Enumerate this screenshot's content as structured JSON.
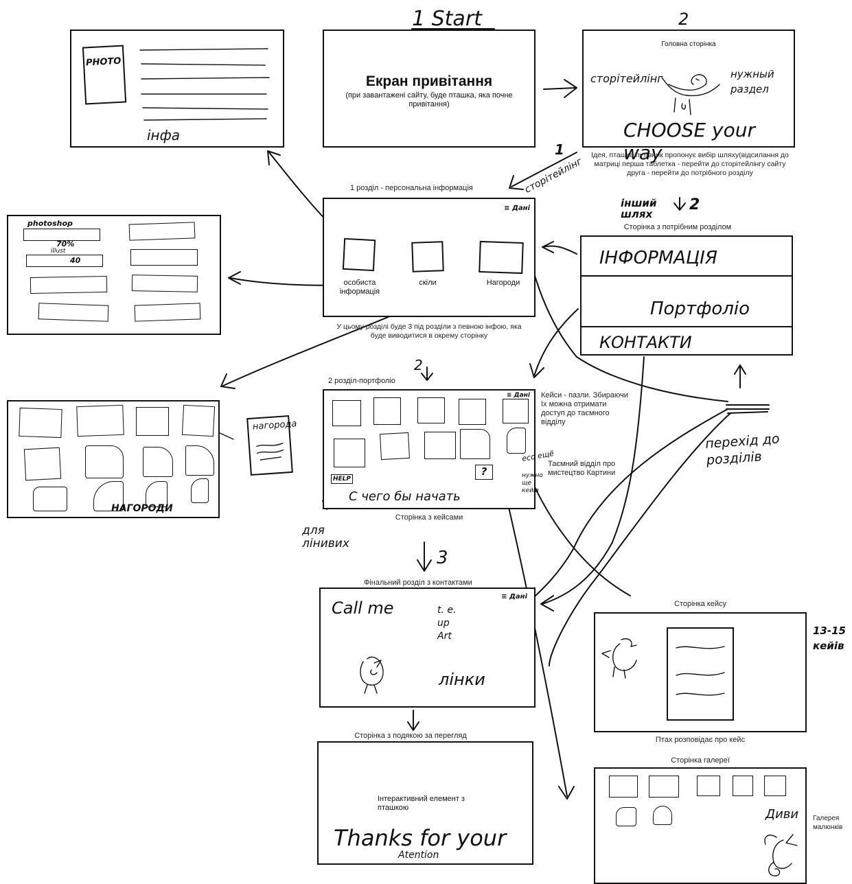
{
  "steps": {
    "start": "1  Start",
    "two": "2",
    "storytelling_num": "1",
    "storytelling_label": "сторітейлінг",
    "other_path_num": "2",
    "other_path_label": "інший шлях",
    "portfolio_num": "2",
    "contacts_num": "3"
  },
  "screens": {
    "photo_info": {
      "photo": "PHOTO",
      "info": "інфа"
    },
    "welcome": {
      "title": "Екран привітання",
      "subtitle": "(при завантажені сайту, буде пташка, яка почне привітання)"
    },
    "main": {
      "caption": "Головна сторінка",
      "left": "сторітейлінг",
      "right": "нужный раздел",
      "choose": "CHOOSE your way",
      "note": "Ідея, пташка путівник пропонує вибір шляху(відсилання до матриці перша таблетка - перейти до сторітейлінгу сайту друга - перейти до потрібного розділу"
    },
    "personal": {
      "caption": "1 розділ - персональна інформація",
      "item1": "особиста інформація",
      "item2": "скіли",
      "item3": "Нагороди",
      "menu": "≡ Дані",
      "note": "У цьому розділі буде 3 під розділи з певною інфою, яка буде виводитися в окрему сторінку"
    },
    "skills": {
      "label1": "photoshop",
      "val1": "70%",
      "label2": "illust",
      "val2": "40"
    },
    "sections": {
      "caption": "Сторінка з потрібним розділом",
      "row1": "ІНФОРМАЦІЯ",
      "row2": "Портфоліо",
      "row3": "КОНТАКТИ"
    },
    "awards": {
      "label": "НАГОРОДИ",
      "single": "нагорода"
    },
    "portfolio": {
      "caption": "2 розділ-портфоліо",
      "menu": "≡ Дані",
      "cases_note": "Кейси - пазли. Збираючи їх можна отримати доступ до таємного відділу",
      "secret_note": "Таємний відділ про мистецтво Картини",
      "help": "HELP",
      "bottom": "С чего бы начать",
      "question": "?",
      "eco": "eco ещё",
      "need": "нужно ще кейів",
      "footer": "Сторінка з кейсами"
    },
    "lazy": "для лінивих",
    "transition": "перехід до розділів",
    "contacts": {
      "caption": "Фінальний розділ з контактами",
      "call": "Call me",
      "list": "t. e. up Art",
      "links": "лінки",
      "menu": "≡ Дані"
    },
    "case": {
      "caption": "Сторінка кейсу",
      "footer": "Птах розповідає про кейс",
      "count": "13-15 кейів"
    },
    "thanks": {
      "caption": "Сторінка з подякою за перегляд",
      "note": "Інтерактивний елемент з пташкою",
      "text": "Thanks for your",
      "text2": "Atention"
    },
    "gallery": {
      "caption": "Сторінка галереї",
      "look": "Диви",
      "side": "Галерея малюнків"
    }
  }
}
